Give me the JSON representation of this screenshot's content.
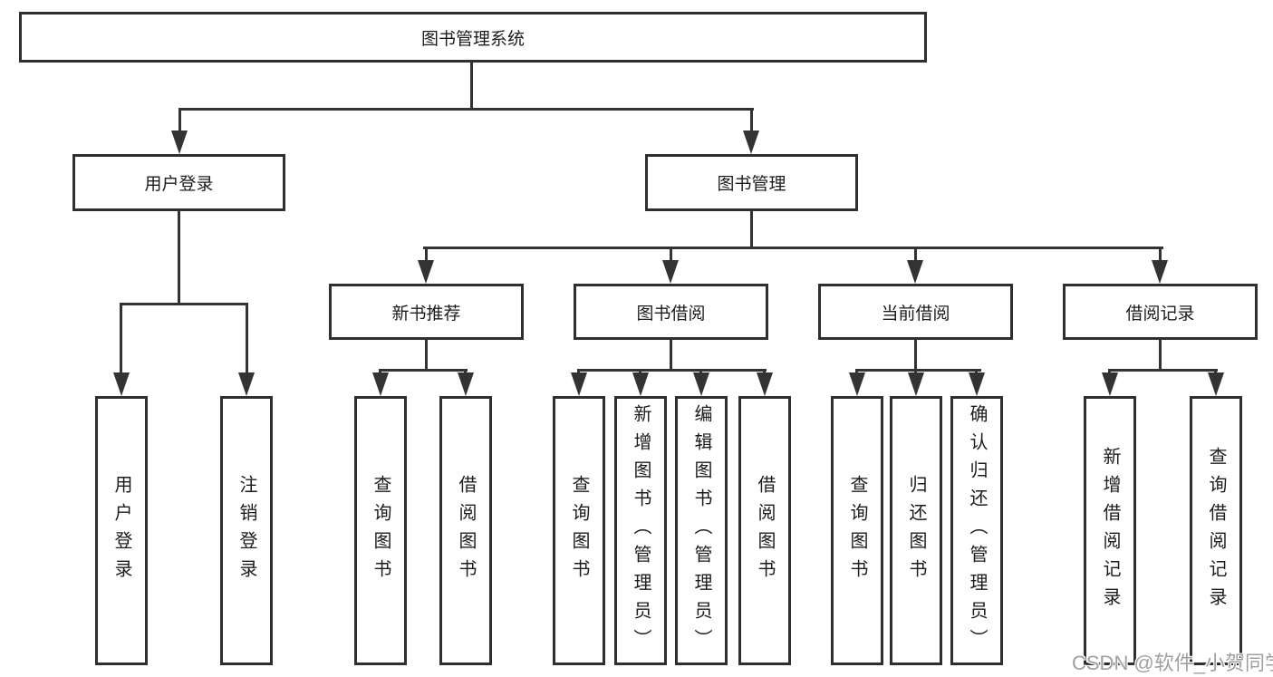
{
  "root": {
    "label": "图书管理系统"
  },
  "branches": {
    "user_login": {
      "label": "用户登录",
      "children": [
        {
          "label": "用户登录"
        },
        {
          "label": "注销登录"
        }
      ]
    },
    "book_management": {
      "label": "图书管理",
      "sections": [
        {
          "label": "新书推荐",
          "children": [
            {
              "label": "查询图书"
            },
            {
              "label": "借阅图书"
            }
          ]
        },
        {
          "label": "图书借阅",
          "children": [
            {
              "label": "查询图书"
            },
            {
              "label": "新增图书（管理员）"
            },
            {
              "label": "编辑图书（管理员）"
            },
            {
              "label": "借阅图书"
            }
          ]
        },
        {
          "label": "当前借阅",
          "children": [
            {
              "label": "查询图书"
            },
            {
              "label": "归还图书"
            },
            {
              "label": "确认归还（管理员）"
            }
          ]
        },
        {
          "label": "借阅记录",
          "children": [
            {
              "label": "新增借阅记录"
            },
            {
              "label": "查询借阅记录"
            }
          ]
        }
      ]
    }
  },
  "watermark": {
    "text": "CSDN @软件_小贺同学",
    "color": "#989898"
  },
  "colors": {
    "line": "#333333",
    "border": "#2f2f2f",
    "text": "#1c1c1c",
    "background": "#ffffff"
  }
}
